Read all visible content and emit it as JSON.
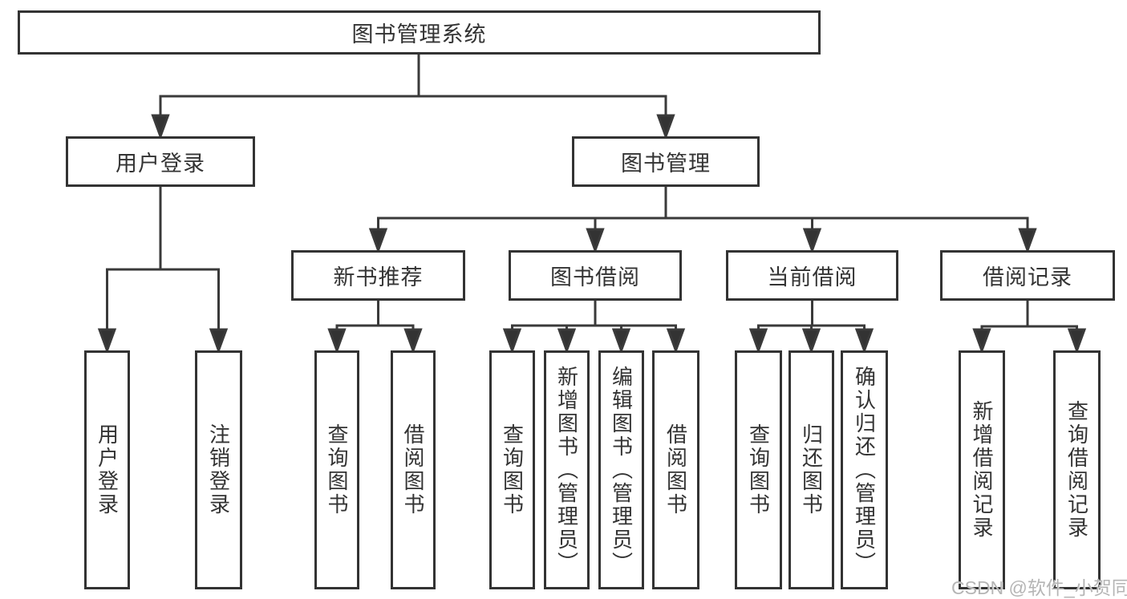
{
  "diagram": {
    "type": "hierarchy-tree",
    "tree": {
      "label": "图书管理系统",
      "children": [
        {
          "label": "用户登录",
          "children": [
            {
              "label": "用户登录"
            },
            {
              "label": "注销登录"
            }
          ]
        },
        {
          "label": "图书管理",
          "children": [
            {
              "label": "新书推荐",
              "children": [
                {
                  "label": "查询图书"
                },
                {
                  "label": "借阅图书"
                }
              ]
            },
            {
              "label": "图书借阅",
              "children": [
                {
                  "label": "查询图书"
                },
                {
                  "label": "新增图书（管理员）"
                },
                {
                  "label": "编辑图书（管理员）"
                },
                {
                  "label": "借阅图书"
                }
              ]
            },
            {
              "label": "当前借阅",
              "children": [
                {
                  "label": "查询图书"
                },
                {
                  "label": "归还图书"
                },
                {
                  "label": "确认归还（管理员）"
                }
              ]
            },
            {
              "label": "借阅记录",
              "children": [
                {
                  "label": "新增借阅记录"
                },
                {
                  "label": "查询借阅记录"
                }
              ]
            }
          ]
        }
      ]
    },
    "colors": {
      "background": "#ffffff",
      "box_border": "#333333",
      "box_fill": "#ffffff",
      "line": "#3a3a3a",
      "text": "#333333",
      "watermark": "#b5b5b5"
    }
  },
  "watermark": {
    "text": "CSDN @软件_小贺同学"
  }
}
